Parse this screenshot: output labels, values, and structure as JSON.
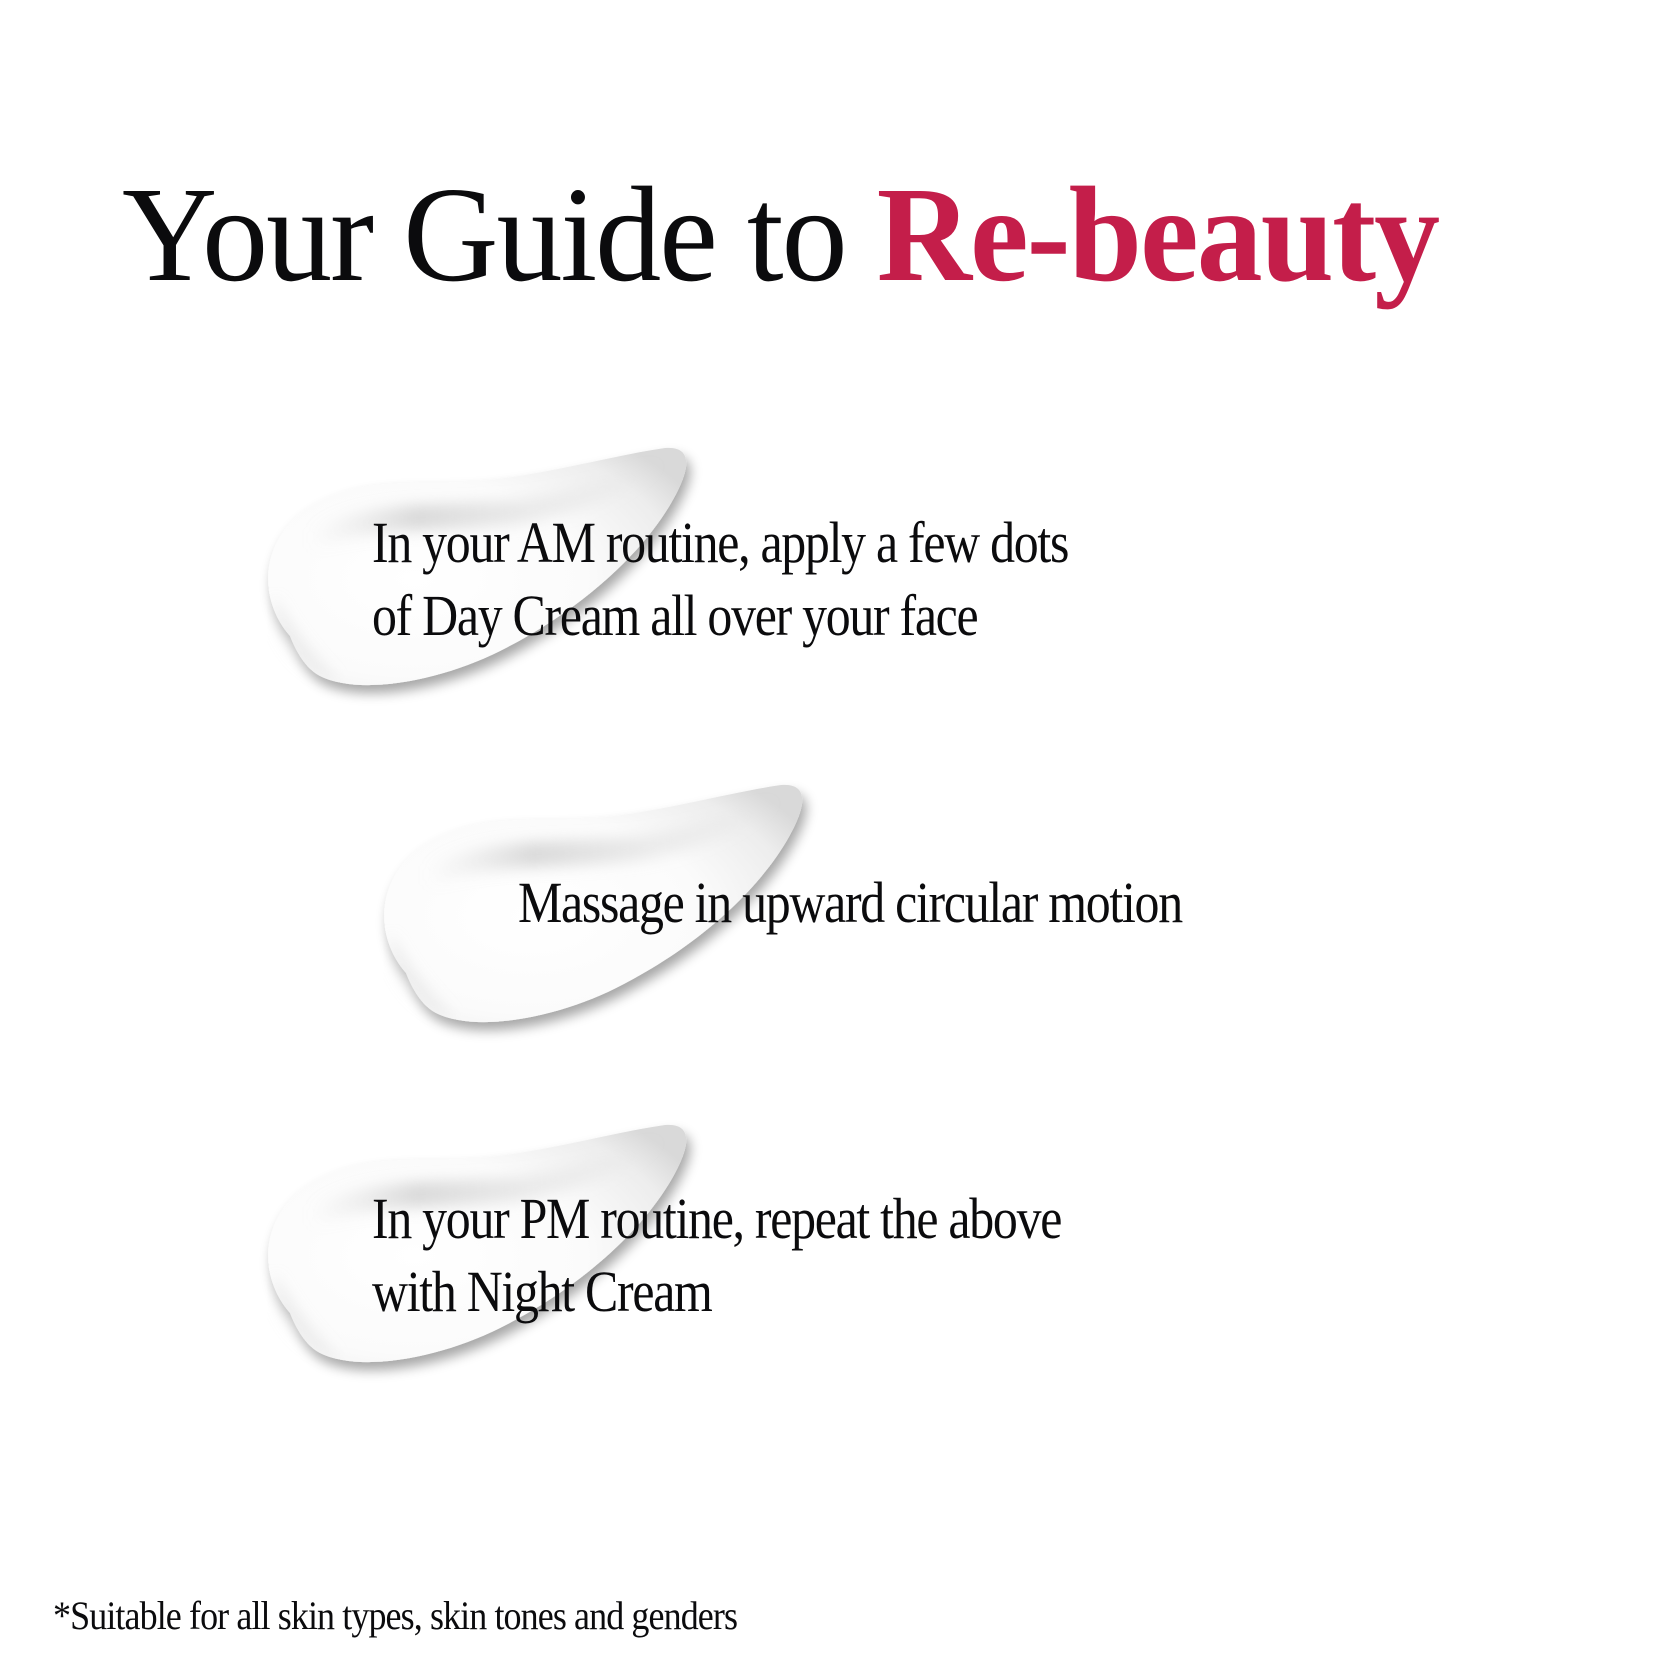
{
  "header": {
    "title_prefix": "Your Guide to ",
    "title_highlight": "Re-beauty",
    "accent_color": "#C41E4A",
    "text_color": "#0B0B0D"
  },
  "steps": [
    {
      "icon": "cream-swatch-icon",
      "lines": [
        "In your AM routine, apply a few dots",
        "of Day Cream all over your face"
      ]
    },
    {
      "icon": "cream-swatch-icon",
      "lines": [
        "Massage in upward circular motion"
      ]
    },
    {
      "icon": "cream-swatch-icon",
      "lines": [
        "In your PM routine, repeat the above",
        "with Night Cream"
      ]
    }
  ],
  "footnote": "*Suitable for all skin types, skin tones and genders",
  "background_color": "#FFFFFF"
}
